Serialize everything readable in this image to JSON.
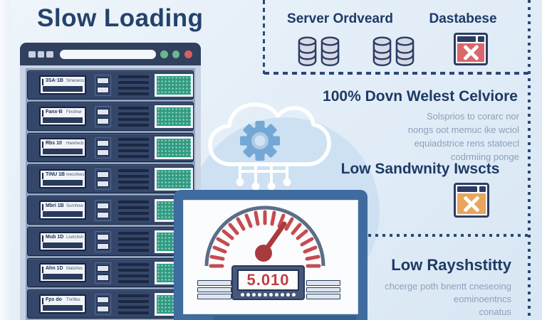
{
  "title": "Slow Loading",
  "top_section": {
    "server_heading": "Server Ordveard",
    "database_heading": "Dastabese",
    "icons": [
      "database-icon",
      "database-icon",
      "database-error-icon"
    ]
  },
  "downtime_section": {
    "heading": "100% Dovn Welest Celviore",
    "line1": "Solsprios to corarc nor",
    "line2": "nongs oot memuc ike wciol",
    "line3": "equiadstrice rens statoecl",
    "line4": "codrmiing ponge"
  },
  "bandwidth_section": {
    "heading": "Low Sandwnity Iwscts",
    "icon": "bandwidth-error-icon"
  },
  "reliability_section": {
    "heading": "Low Rayshstitty",
    "line1": "chcerge poth bnentt cneseoing",
    "line2": "eominoentncs",
    "line3": "conatus"
  },
  "gauge": {
    "reading": "5.010"
  },
  "servers": [
    {
      "code": "3SA·1B",
      "name": "Smeoess"
    },
    {
      "code": "Fanx·B",
      "name": "Finofner"
    },
    {
      "code": "Rbs 10",
      "name": "Haortecb"
    },
    {
      "code": "TiNU 1B",
      "name": "Ivecsfees"
    },
    {
      "code": "Mbri 1B",
      "name": "Surnhow"
    },
    {
      "code": "Mub 1D",
      "name": "Liurtchvlr"
    },
    {
      "code": "Ahn 1D",
      "name": "Matsfres"
    },
    {
      "code": "Fps do",
      "name": "Tnrifles"
    }
  ],
  "colors": {
    "accent_navy": "#24426b",
    "alert_red": "#d9676b",
    "warn_orange": "#e9a55e",
    "server_green": "#2f9c82",
    "gauge_red": "#bf3f44"
  }
}
